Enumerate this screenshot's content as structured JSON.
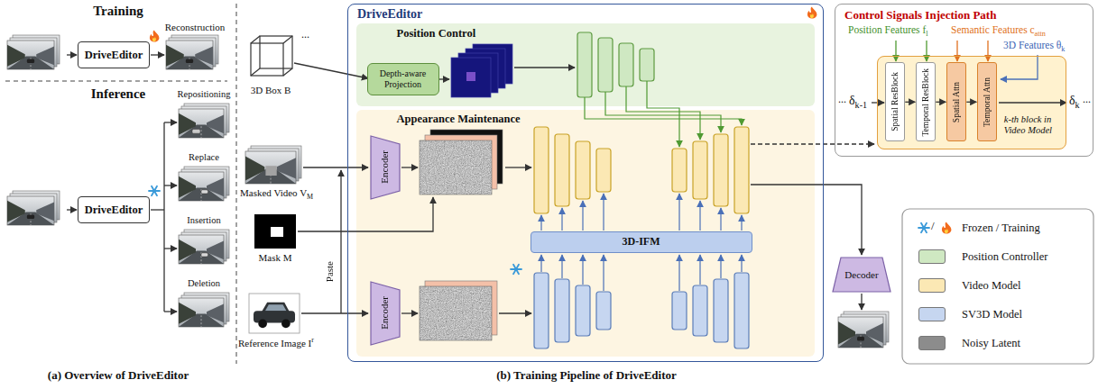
{
  "diagram": {
    "nodes": [
      {
        "text": [
          "DriveEditor"
        ]
      },
      {
        "text": [
          "DriveEditor"
        ]
      },
      {
        "text": [
          "DriveEditor"
        ]
      },
      {
        "text": [
          "Position Control"
        ],
        "in": 2
      },
      {
        "text": [
          "Depth-aware Projection"
        ],
        "in": 3
      },
      {
        "text": [
          "Appearance Maintenance"
        ],
        "in": 2
      },
      {
        "text": [
          "Encoder"
        ],
        "in": 5
      },
      {
        "text": [
          "Encoder"
        ],
        "in": 5
      },
      {
        "text": [
          "3D-IFM"
        ],
        "in": 5
      },
      {
        "text": [
          "Decoder"
        ]
      },
      {
        "text": [
          "Control Signals Injection Path"
        ]
      },
      {
        "text": [
          "k-th block in Video Model"
        ],
        "in": 10
      },
      {
        "text": [
          "Spatial ResBlock"
        ],
        "in": 11
      },
      {
        "text": [
          "Temporal ResBlock"
        ],
        "in": 11
      },
      {
        "text": [
          "Spatial Attn"
        ],
        "in": 11
      },
      {
        "text": [
          "Temporal Attn"
        ],
        "in": 11
      }
    ],
    "edges": [
      {
        "from": 12,
        "to": 13,
        "arrow": "to"
      },
      {
        "from": 13,
        "to": 14,
        "arrow": "to"
      },
      {
        "from": 14,
        "to": 15,
        "arrow": "to"
      }
    ],
    "labels": [
      "Training",
      "Reconstruction",
      "Inference",
      "Repositioning",
      "Replace",
      "Insertion",
      "Deletion",
      "(a) Overview of DriveEditor",
      "...",
      "3D Box B",
      "Masked Video V",
      "M",
      "Mask M",
      "Reference Image I",
      "r",
      "Paste",
      "(b) Training Pipeline of DriveEditor",
      "Position Features f",
      "l",
      "Semantic Features c",
      "attn",
      "3D Features θ",
      "k",
      "...",
      "δ",
      "k-1",
      "δ",
      "k",
      "...",
      "/"
    ],
    "legend": [
      {
        "text": "Frozen / Training"
      },
      {
        "text": "Position Controller",
        "color": "#cfe8c2"
      },
      {
        "text": "Video Model",
        "color": "#fbe8b4"
      },
      {
        "text": "SV3D Model",
        "color": "#c6d6f0"
      },
      {
        "text": "Noisy Latent",
        "color": "#8c8c8c"
      }
    ]
  }
}
